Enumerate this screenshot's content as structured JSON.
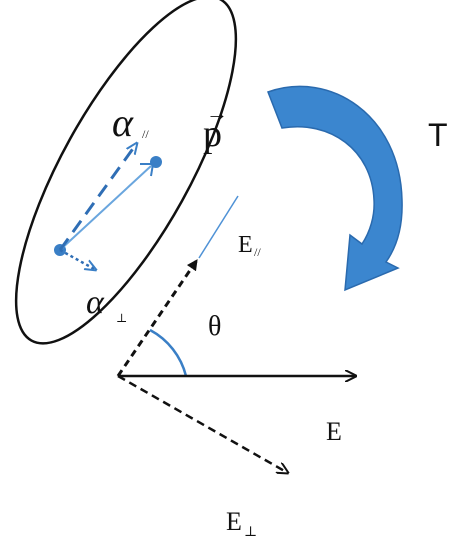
{
  "labels": {
    "alpha_parallel": "α",
    "alpha_parallel_sub": "//",
    "alpha_perp": "α",
    "alpha_perp_sub": "⊥",
    "dipole": "p",
    "dipole_arrow": "→",
    "torque": "T",
    "e_parallel": "E",
    "e_parallel_sub": "//",
    "theta": "θ",
    "e_field": "E",
    "e_perp": "E",
    "e_perp_sub": "⊥"
  },
  "colors": {
    "ink": "#111111",
    "blue": "#3a7fc6",
    "arrow_fill": "#3b86cf",
    "arrow_edge": "#2a6aae"
  }
}
